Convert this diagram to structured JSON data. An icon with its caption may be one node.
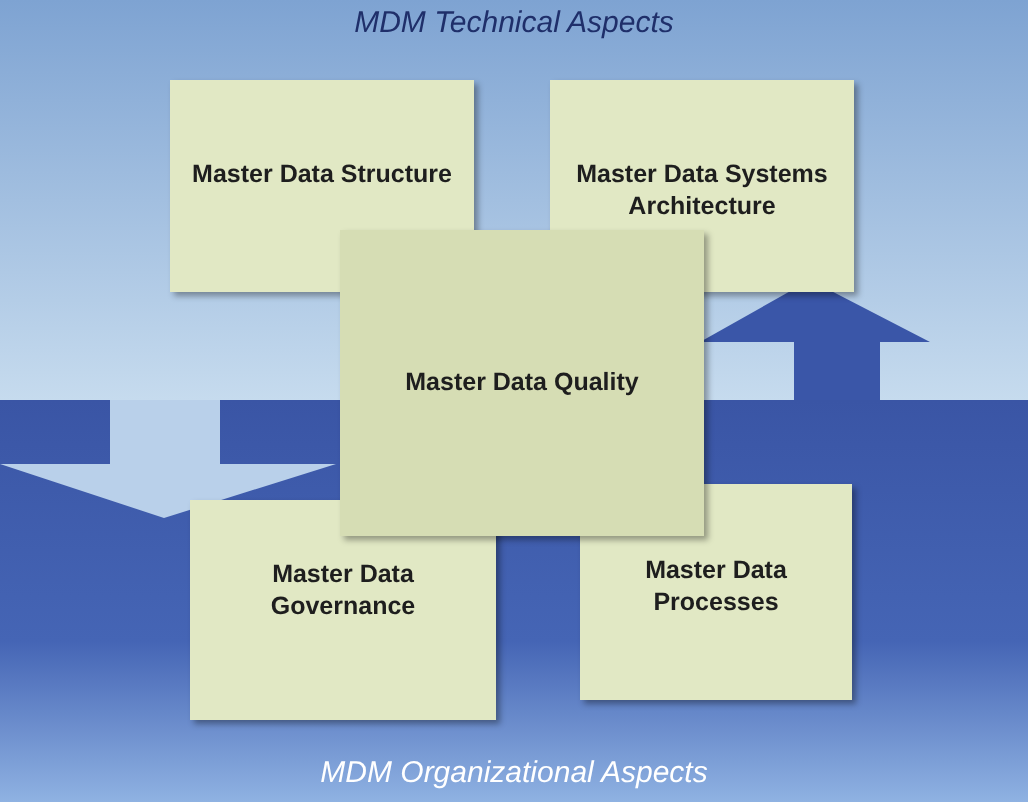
{
  "diagram": {
    "title": "MDM Technical Aspects",
    "caption": "MDM Organizational Aspects",
    "nodes": [
      {
        "text": [
          "Master Data Structure"
        ]
      },
      {
        "text": [
          "Master Data Systems Architecture"
        ]
      },
      {
        "text": [
          "Master Data Quality"
        ]
      },
      {
        "text": [
          "Master Data Governance"
        ]
      },
      {
        "text": [
          "Master Data Processes"
        ]
      }
    ]
  }
}
